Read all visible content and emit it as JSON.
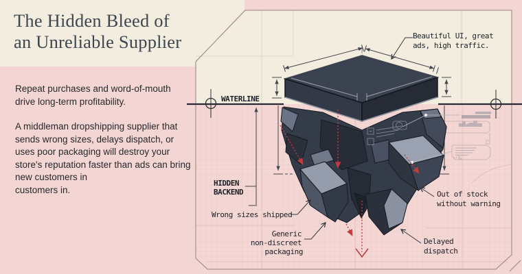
{
  "header": {
    "title_lines": [
      "The Hidden Bleed of",
      "an Unreliable Supplier"
    ]
  },
  "intro": {
    "para1": "Repeat purchases and word-of-mouth drive long-term profitability.",
    "para2": "A middleman dropshipping supplier that sends wrong sizes, delays dispatch, or uses poor packaging will destroy your store's reputation faster than ads can bring new customers in\ncustomers in."
  },
  "diagram": {
    "waterline_label": "WATERLINE",
    "hidden_backend": {
      "line1": "HIDDEN",
      "line2": "BACKEND"
    },
    "callouts": {
      "surface": {
        "line1": "Beautiful UI, great",
        "line2": "ads, high traffic."
      },
      "out_of_stock": {
        "line1": "Out of stock",
        "line2": "without warning"
      },
      "wrong_sizes": "Wrong sizes shipped",
      "generic": {
        "line1": "Generic",
        "line2": "non-discreet",
        "line3": "packaging"
      },
      "delayed": {
        "line1": "Delayed",
        "line2": "dispatch"
      }
    },
    "colors": {
      "page_pink": "#f3d5d3",
      "cream": "#f2eddf",
      "accent_red": "#c23b41",
      "ink": "#1c2026",
      "frame": "#9b8179",
      "slab_top": "#3b4250",
      "slab_left": "#333947",
      "slab_right": "#262b35",
      "rock_light": "#959dac",
      "rock_dark": "#2b303c"
    }
  }
}
